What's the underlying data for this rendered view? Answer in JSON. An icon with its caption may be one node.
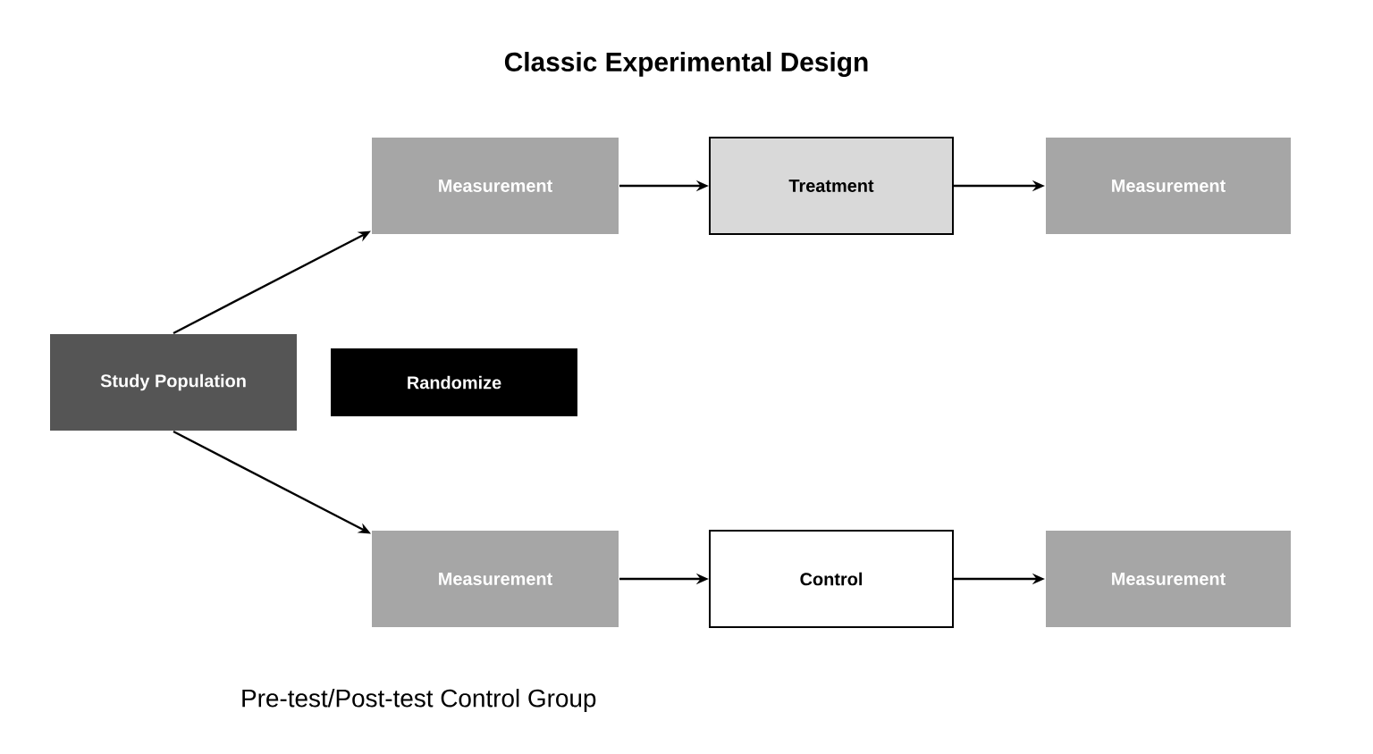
{
  "diagram": {
    "title": "Classic Experimental Design",
    "caption": "Pre-test/Post-test Control Group",
    "nodes": [
      {
        "text": [
          "Study Population"
        ]
      },
      {
        "text": [
          "Randomize"
        ]
      },
      {
        "text": [
          "Measurement"
        ]
      },
      {
        "text": [
          "Treatment"
        ]
      },
      {
        "text": [
          "Measurement"
        ]
      },
      {
        "text": [
          "Measurement"
        ]
      },
      {
        "text": [
          "Control"
        ]
      },
      {
        "text": [
          "Measurement"
        ]
      }
    ],
    "edges": [
      {
        "from": 0,
        "to": 2,
        "arrow": "to"
      },
      {
        "from": 0,
        "to": 5,
        "arrow": "to"
      },
      {
        "from": 2,
        "to": 3,
        "arrow": "to"
      },
      {
        "from": 3,
        "to": 4,
        "arrow": "to"
      },
      {
        "from": 5,
        "to": 6,
        "arrow": "to"
      },
      {
        "from": 6,
        "to": 7,
        "arrow": "to"
      }
    ]
  }
}
